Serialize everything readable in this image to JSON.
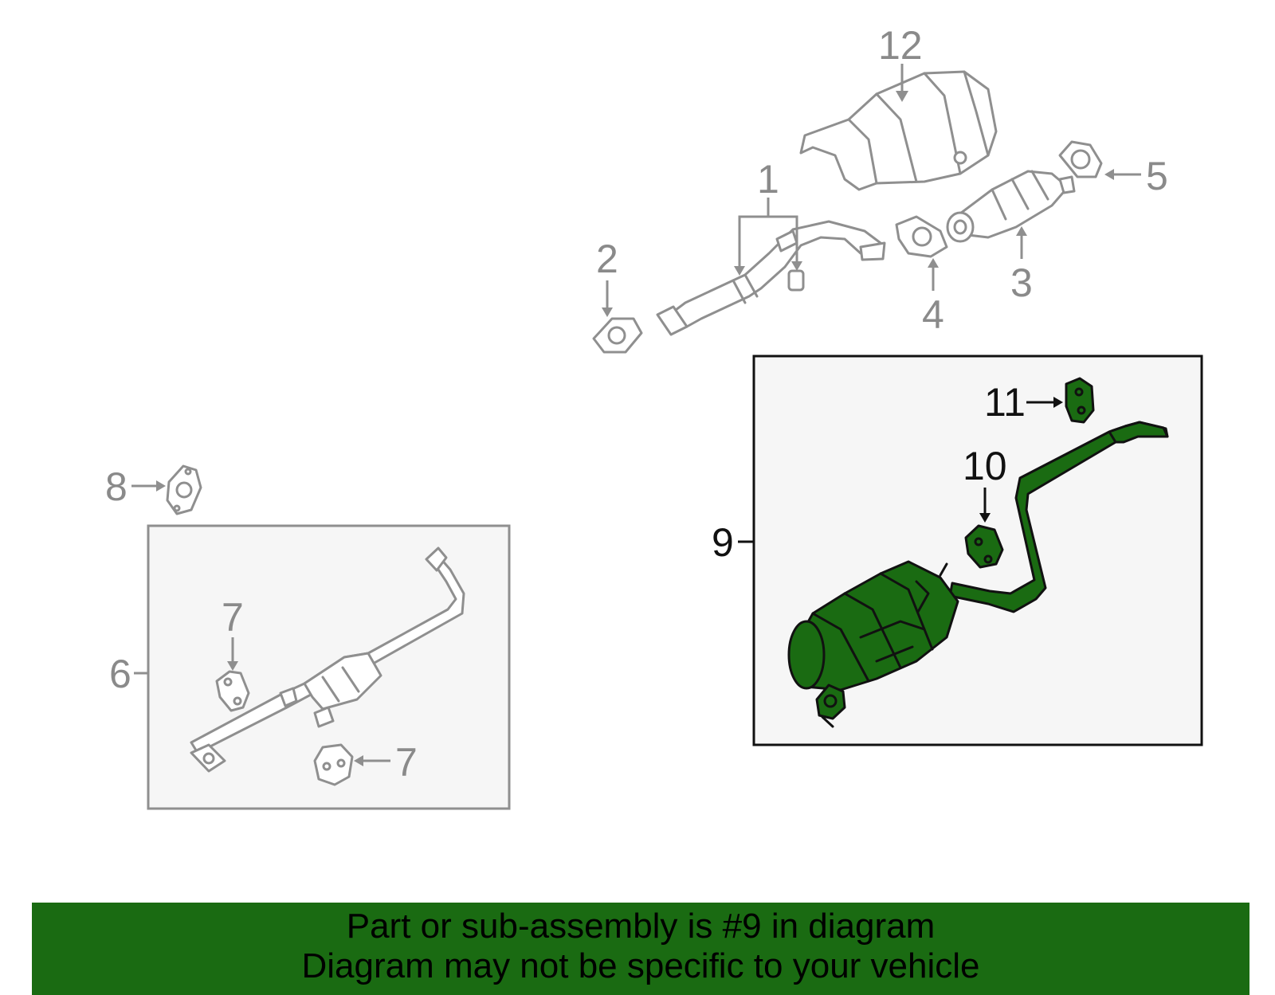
{
  "callouts": {
    "c1": "1",
    "c2": "2",
    "c3": "3",
    "c4": "4",
    "c5": "5",
    "c6": "6",
    "c7a": "7",
    "c7b": "7",
    "c8": "8",
    "c9": "9",
    "c10": "10",
    "c11": "11",
    "c12": "12"
  },
  "banner": {
    "line1": "Part or sub-assembly is #9 in diagram",
    "line2": "Diagram may not be specific to your vehicle"
  },
  "colors": {
    "highlight": "#1a6b12",
    "faded_parts": "#8f8f8f",
    "panel_fill": "#f6f6f6"
  },
  "icons": {
    "muffler": "muffler-icon",
    "catalytic_converter": "catalytic-converter-icon",
    "gasket": "gasket-icon",
    "hanger": "hanger-icon",
    "heat_shield": "heat-shield-icon"
  }
}
